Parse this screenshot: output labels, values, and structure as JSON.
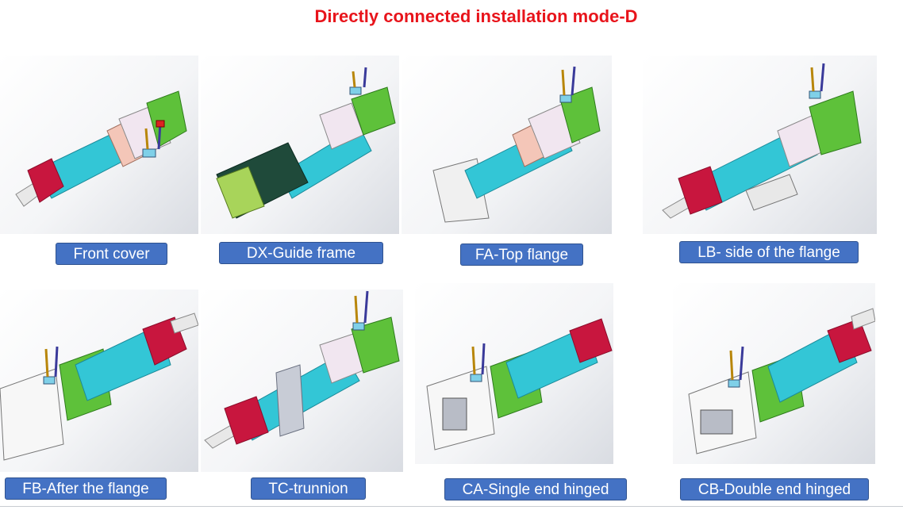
{
  "title": "Directly connected installation mode-D",
  "colors": {
    "title": "#e8141b",
    "label_bg": "#4472c4",
    "motor_green": "#5ec13a",
    "cylinder_cyan": "#33c6d6",
    "end_cap_red": "#c8163e"
  },
  "modes": [
    {
      "label": "Front cover"
    },
    {
      "label": "DX-Guide frame"
    },
    {
      "label": "FA-Top flange"
    },
    {
      "label": "LB- side of the flange"
    },
    {
      "label": "FB-After the flange"
    },
    {
      "label": "TC-trunnion"
    },
    {
      "label": "CA-Single end hinged"
    },
    {
      "label": "CB-Double end hinged"
    }
  ]
}
